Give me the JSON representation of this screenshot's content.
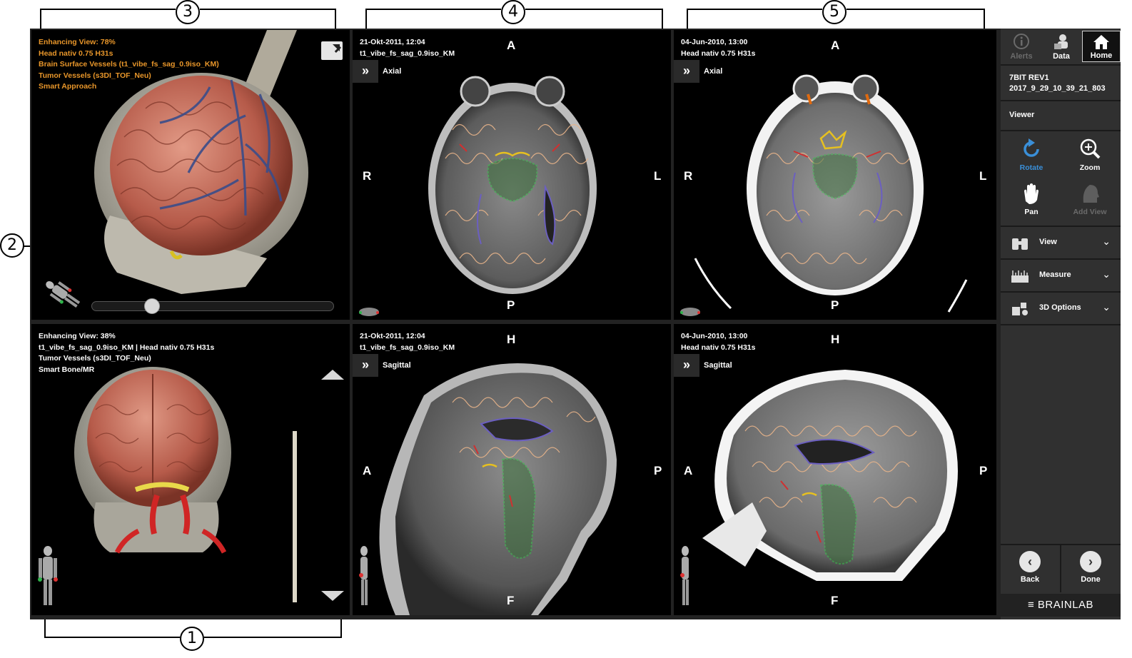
{
  "callouts": [
    "1",
    "2",
    "3",
    "4",
    "5"
  ],
  "viewports": {
    "top_left": {
      "lines": [
        "Enhancing View: 78%",
        "Head nativ 0.75 H31s",
        "Brain Surface Vessels (t1_vibe_fs_sag_0.9iso_KM)",
        "Tumor Vessels (s3DI_TOF_Neu)",
        "Smart Approach"
      ],
      "slider_value": 0.23
    },
    "top_mid": {
      "lines": [
        "21-Okt-2011, 12:04",
        "t1_vibe_fs_sag_0.9iso_KM"
      ],
      "view": "Axial",
      "orient": {
        "top": "A",
        "bottom": "P",
        "left": "R",
        "right": "L"
      }
    },
    "top_right": {
      "lines": [
        "04-Jun-2010, 13:00",
        "Head nativ 0.75 H31s"
      ],
      "view": "Axial",
      "orient": {
        "top": "A",
        "bottom": "P",
        "left": "R",
        "right": "L"
      }
    },
    "bottom_left": {
      "lines": [
        "Enhancing View: 38%",
        "t1_vibe_fs_sag_0.9iso_KM | Head nativ 0.75 H31s",
        "Tumor Vessels (s3DI_TOF_Neu)",
        "Smart Bone/MR"
      ]
    },
    "bottom_mid": {
      "lines": [
        "21-Okt-2011, 12:04",
        "t1_vibe_fs_sag_0.9iso_KM"
      ],
      "view": "Sagittal",
      "orient": {
        "top": "H",
        "bottom": "F",
        "left": "A",
        "right": "P"
      }
    },
    "bottom_right": {
      "lines": [
        "04-Jun-2010, 13:00",
        "Head nativ 0.75 H31s"
      ],
      "view": "Sagittal",
      "orient": {
        "top": "H",
        "bottom": "F",
        "left": "A",
        "right": "P"
      }
    }
  },
  "sidebar": {
    "tabs": [
      {
        "label": "Alerts",
        "icon": "alert-icon",
        "state": "disabled"
      },
      {
        "label": "Data",
        "icon": "data-icon",
        "state": "normal"
      },
      {
        "label": "Home",
        "icon": "home-icon",
        "state": "active"
      }
    ],
    "patient_id": "7BIT REV1",
    "patient_date": "2017_9_29_10_39_21_803",
    "section": "Viewer",
    "tools": [
      {
        "label": "Rotate",
        "icon": "rotate-icon",
        "state": "active"
      },
      {
        "label": "Zoom",
        "icon": "zoom-icon",
        "state": "normal"
      },
      {
        "label": "Pan",
        "icon": "pan-hand-icon",
        "state": "normal"
      },
      {
        "label": "Add View",
        "icon": "add-view-icon",
        "state": "disabled"
      }
    ],
    "menus": [
      {
        "label": "View",
        "icon": "binoculars-icon"
      },
      {
        "label": "Measure",
        "icon": "ruler-icon"
      },
      {
        "label": "3D Options",
        "icon": "cubes-icon"
      }
    ],
    "back_label": "Back",
    "done_label": "Done",
    "brand": "BRAINLAB"
  },
  "colors": {
    "orange_text": "#e8962a",
    "accent_blue": "#3a8fd8",
    "sidebar_bg": "#303030"
  }
}
